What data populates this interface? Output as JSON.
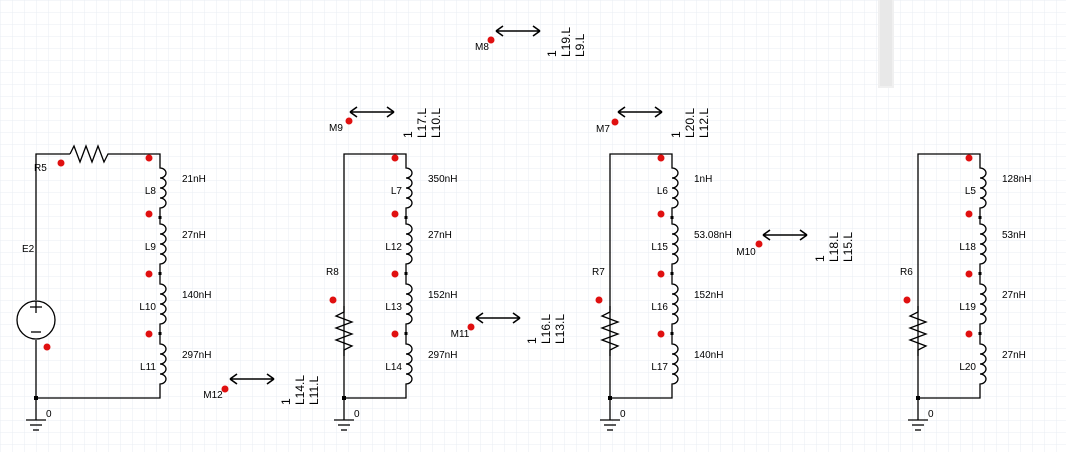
{
  "colors": {
    "grid": "#e9edf3",
    "wire": "#000000",
    "pin": "#e01010",
    "scrollbar_track": "#f0f0f0",
    "scrollbar_thumb": "#e8e8e8"
  },
  "circuits": [
    {
      "resistor": "R5",
      "source": "E2",
      "ground": "0",
      "inductors": [
        {
          "name": "L8",
          "value": "21nH"
        },
        {
          "name": "L9",
          "value": "27nH"
        },
        {
          "name": "L10",
          "value": "140nH"
        },
        {
          "name": "L11",
          "value": "297nH"
        }
      ]
    },
    {
      "resistor": "R8",
      "ground": "0",
      "inductors": [
        {
          "name": "L7",
          "value": "350nH"
        },
        {
          "name": "L12",
          "value": "27nH"
        },
        {
          "name": "L13",
          "value": "152nH"
        },
        {
          "name": "L14",
          "value": "297nH"
        }
      ]
    },
    {
      "resistor": "R7",
      "ground": "0",
      "inductors": [
        {
          "name": "L6",
          "value": "1nH"
        },
        {
          "name": "L15",
          "value": "53.08nH"
        },
        {
          "name": "L16",
          "value": "152nH"
        },
        {
          "name": "L17",
          "value": "140nH"
        }
      ]
    },
    {
      "resistor": "R6",
      "ground": "0",
      "inductors": [
        {
          "name": "L5",
          "value": "128nH"
        },
        {
          "name": "L18",
          "value": "53nH"
        },
        {
          "name": "L19",
          "value": "27nH"
        },
        {
          "name": "L20",
          "value": "27nH"
        }
      ]
    }
  ],
  "couplings": [
    {
      "name": "M8",
      "k": "1",
      "l1": "L19.L",
      "l2": "L9.L"
    },
    {
      "name": "M9",
      "k": "1",
      "l1": "L17.L",
      "l2": "L10.L"
    },
    {
      "name": "M7",
      "k": "1",
      "l1": "L20.L",
      "l2": "L12.L"
    },
    {
      "name": "M10",
      "k": "1",
      "l1": "L18.L",
      "l2": "L15.L"
    },
    {
      "name": "M11",
      "k": "1",
      "l1": "L16.L",
      "l2": "L13.L"
    },
    {
      "name": "M12",
      "k": "1",
      "l1": "L14.L",
      "l2": "L11.L"
    }
  ]
}
